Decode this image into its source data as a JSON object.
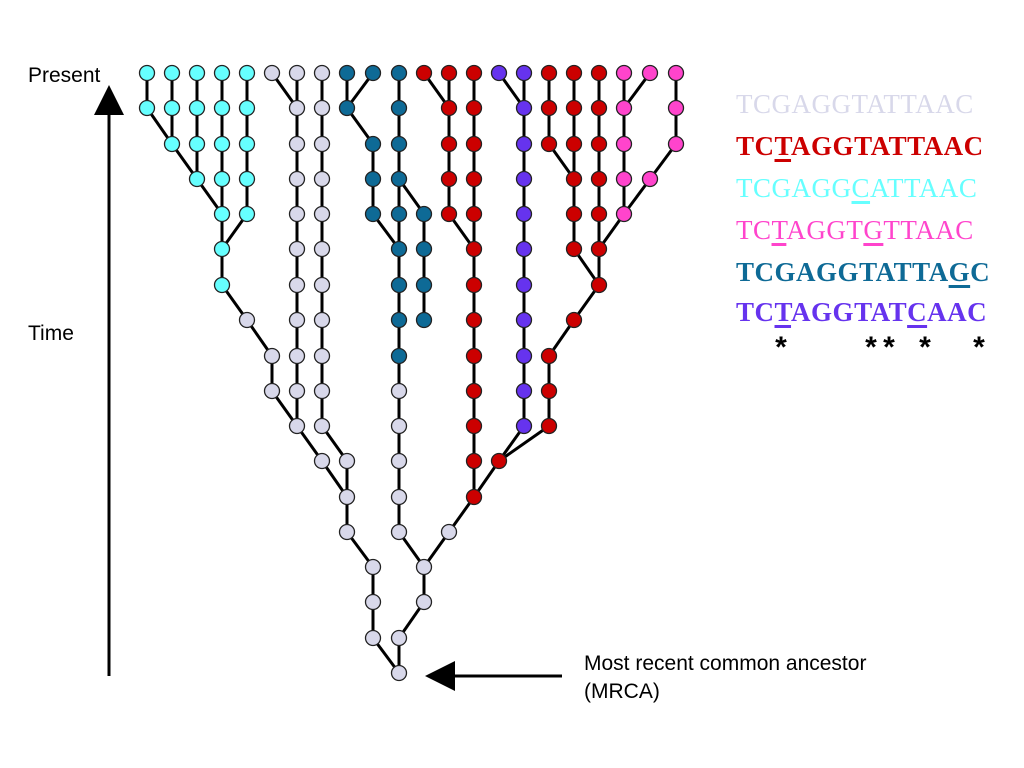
{
  "axis": {
    "present_label": "Present",
    "time_label": "Time"
  },
  "mrca": {
    "line1": "Most recent common ancestor",
    "line2": "(MRCA)"
  },
  "colors": {
    "gray": "#d8d8ea",
    "red": "#cc0000",
    "cyan": "#66ffff",
    "magenta": "#ff44cc",
    "teal": "#0e6a96",
    "purple": "#6633ee",
    "edge": "#000000"
  },
  "sequences": [
    {
      "color": "gray",
      "text": "TCGAGGTATTAAC",
      "mutations": []
    },
    {
      "color": "red",
      "text": "TCTAGGTATTAAC",
      "mutations": [
        2
      ]
    },
    {
      "color": "cyan",
      "text": "TCGAGGCATTAAC",
      "mutations": [
        6
      ]
    },
    {
      "color": "magenta",
      "text": "TCTAGGTGTTAAC",
      "mutations": [
        2,
        7
      ]
    },
    {
      "color": "teal",
      "text": "TCGAGGTATTAGC",
      "mutations": [
        11
      ]
    },
    {
      "color": "purple",
      "text": "TCTAGGTATCAAC",
      "mutations": [
        2,
        9
      ]
    }
  ],
  "variable_site_markers": "  *    ** *  *",
  "lineage_colors": [
    "cyan",
    "cyan",
    "cyan",
    "cyan",
    "cyan",
    "gray",
    "gray",
    "gray",
    "teal",
    "teal",
    "teal",
    "red",
    "red",
    "red",
    "purple",
    "purple",
    "red",
    "red",
    "red",
    "magenta",
    "magenta",
    "magenta"
  ]
}
